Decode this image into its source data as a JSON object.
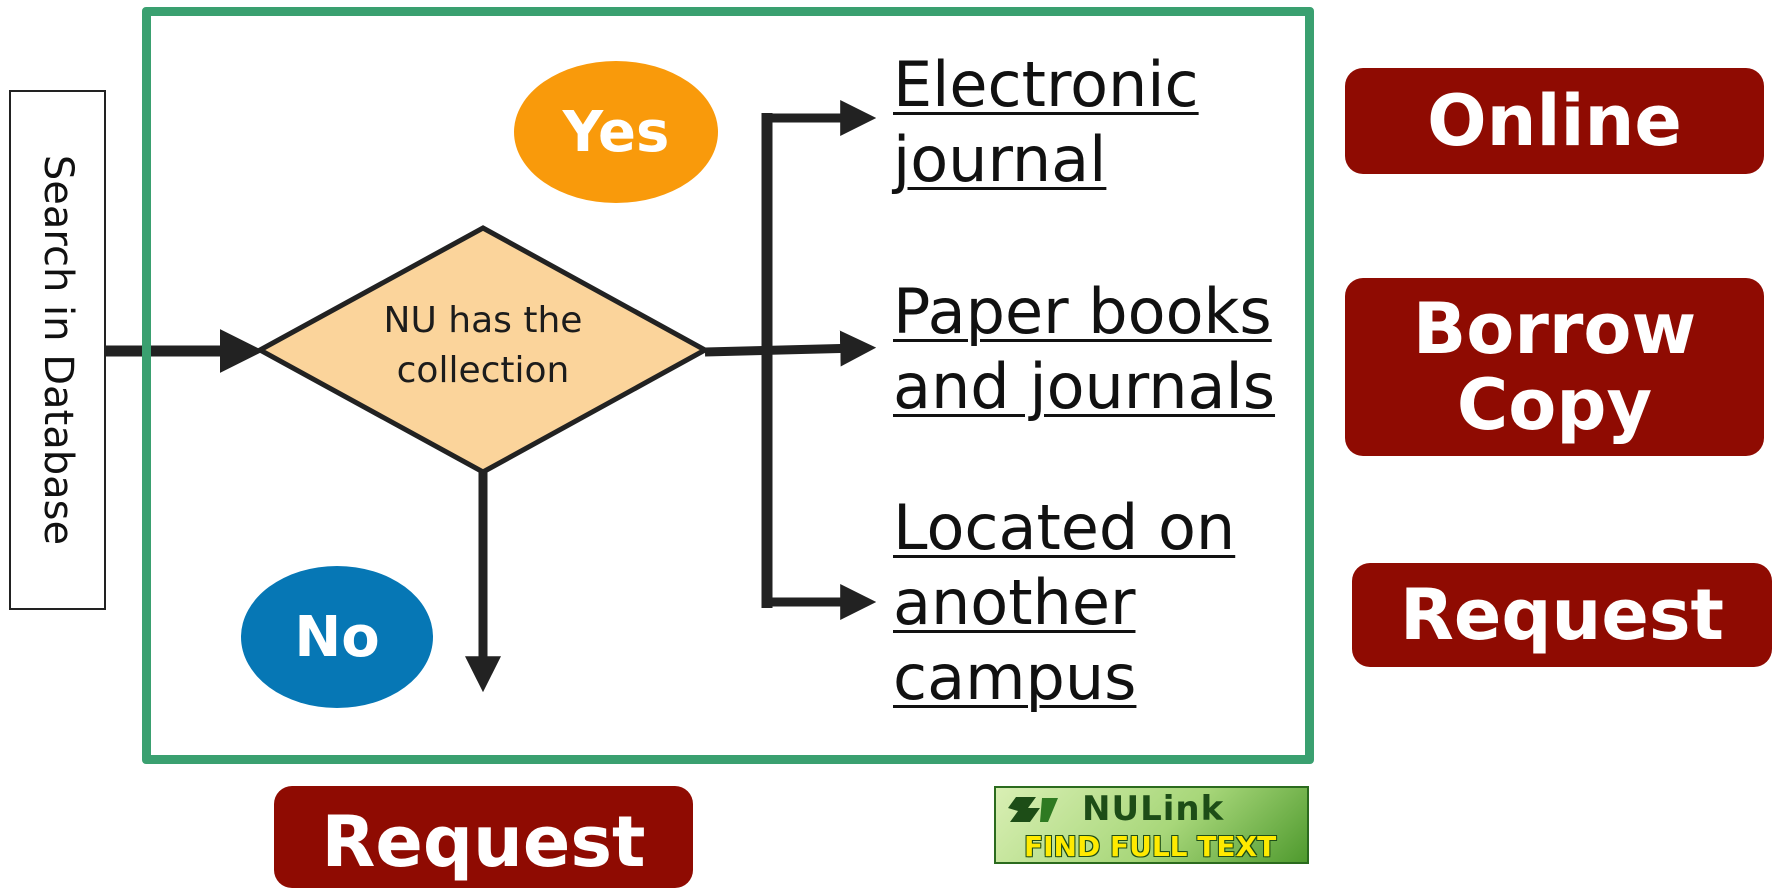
{
  "search": {
    "label": "Search in Database"
  },
  "decision": {
    "line1": "NU has the",
    "line2": "collection",
    "yes_label": "Yes",
    "no_label": "No"
  },
  "options": [
    {
      "line1": "Electronic",
      "line2": "journal",
      "line3": ""
    },
    {
      "line1": "Paper books",
      "line2": "and journals",
      "line3": ""
    },
    {
      "line1": "Located on",
      "line2": "another",
      "line3": "campus"
    }
  ],
  "actions": {
    "online": "Online",
    "borrow_line1": "Borrow",
    "borrow_line2": "Copy",
    "request_right": "Request",
    "request_bottom": "Request"
  },
  "nulink": {
    "name": "NULink",
    "tagline": "FIND FULL TEXT"
  },
  "colors": {
    "frame": "#3aa070",
    "yes": "#f99a0b",
    "no": "#0677b5",
    "diamond": "#fbd49b",
    "action": "#8f0b02",
    "arrow": "#222222"
  }
}
